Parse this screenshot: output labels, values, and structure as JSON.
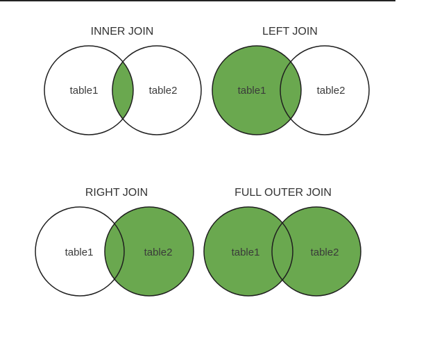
{
  "colors": {
    "fill": "#6aa84f",
    "stroke": "#1f1f1f",
    "background": "#ffffff",
    "text": "#333333"
  },
  "joins": [
    {
      "title": "INNER JOIN",
      "left_label": "table1",
      "right_label": "table2",
      "shaded_regions": [
        "intersection"
      ]
    },
    {
      "title": "LEFT JOIN",
      "left_label": "table1",
      "right_label": "table2",
      "shaded_regions": [
        "left"
      ]
    },
    {
      "title": "RIGHT JOIN",
      "left_label": "table1",
      "right_label": "table2",
      "shaded_regions": [
        "right"
      ]
    },
    {
      "title": "FULL OUTER JOIN",
      "left_label": "table1",
      "right_label": "table2",
      "shaded_regions": [
        "left",
        "right"
      ]
    }
  ]
}
